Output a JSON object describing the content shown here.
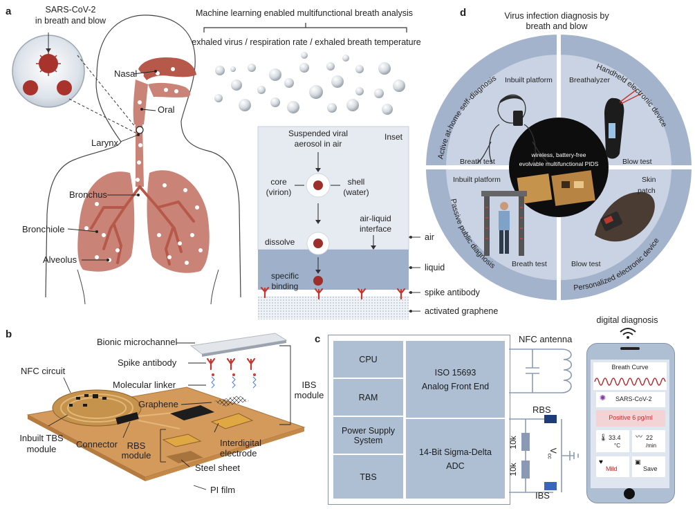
{
  "panel_a": {
    "label": "a",
    "sars_title": "SARS-CoV-2",
    "sars_sub": "in breath and blow",
    "ml_title": "Machine learning enabled multifunctional breath analysis",
    "ml_sub": "exhaled virus / respiration rate / exhaled breath temperature",
    "anatomy": {
      "nasal": "Nasal",
      "oral": "Oral",
      "larynx": "Larynx",
      "bronchus": "Bronchus",
      "bronchiole": "Bronchiole",
      "alveolus": "Alveolus"
    },
    "inset": {
      "title": "Inset",
      "suspended": "Suspended viral",
      "suspended2": "aerosol in air",
      "core": "core",
      "core2": "(virion)",
      "shell": "shell",
      "shell2": "(water)",
      "air_liquid": "air-liquid",
      "air_liquid2": "interface",
      "dissolve": "dissolve",
      "specific": "specific",
      "specific2": "binding",
      "air": "air",
      "liquid": "liquid",
      "spike_antibody": "spike antibody",
      "graphene": "activated graphene"
    }
  },
  "panel_b": {
    "label": "b",
    "bionic": "Bionic microchannel",
    "spike": "Spike antibody",
    "linker": "Molecular linker",
    "graphene": "Graphene",
    "ibs": "IBS",
    "ibs2": "module",
    "nfc_circuit": "NFC circuit",
    "inbuilt_tbs": "Inbuilt TBS",
    "inbuilt_tbs2": "module",
    "connector": "Connector",
    "rbs": "RBS",
    "rbs2": "module",
    "interdigital": "Interdigital",
    "interdigital2": "electrode",
    "steel": "Steel sheet",
    "pi": "PI film"
  },
  "panel_c": {
    "label": "c",
    "blocks": {
      "cpu": "CPU",
      "ram": "RAM",
      "power": "Power Supply",
      "power2": "System",
      "tbs": "TBS",
      "iso": "ISO 15693",
      "iso2": "Analog Front End",
      "adc": "14-Bit Sigma-Delta",
      "adc2": "ADC"
    },
    "nfc_antenna": "NFC antenna",
    "rbs": "RBS",
    "ibs": "IBS",
    "r1": "10k",
    "r2": "10k",
    "vcc": "V",
    "vcc_sub": "cc"
  },
  "phone": {
    "title": "digital diagnosis",
    "curve_label": "Breath Curve",
    "virus": "SARS-CoV-2",
    "result": "Positive  6 pg/ml",
    "temp": "33.4",
    "temp_unit": "°C",
    "rate": "22",
    "rate_unit": "/min",
    "severity": "Mild",
    "save": "Save"
  },
  "panel_d": {
    "label": "d",
    "title": "Virus infection diagnosis by",
    "title2": "breath and blow",
    "center": "wireless, battery-free",
    "center2": "evolvable multifunctional PIDS",
    "q1_inbuilt": "Inbuilt platform",
    "q1_breath": "Breath test",
    "q1_arc": "Active at-home self-diagnosis",
    "q2_breathalyzer": "Breathalyzer",
    "q2_blow": "Blow test",
    "q2_arc": "Handheld electronic device",
    "q3_inbuilt": "Inbuilt platform",
    "q3_breath": "Breath test",
    "q3_arc": "Passive public diagnosis",
    "q4_skin": "Skin",
    "q4_patch": "patch",
    "q4_blow": "Blow test",
    "q4_arc": "Personalized electronic device"
  },
  "colors": {
    "lung": "#c98477",
    "airway": "#b7594a",
    "panel_blue": "#aebfd4",
    "disc": "#a4b3cc",
    "board": "#c6934c"
  }
}
